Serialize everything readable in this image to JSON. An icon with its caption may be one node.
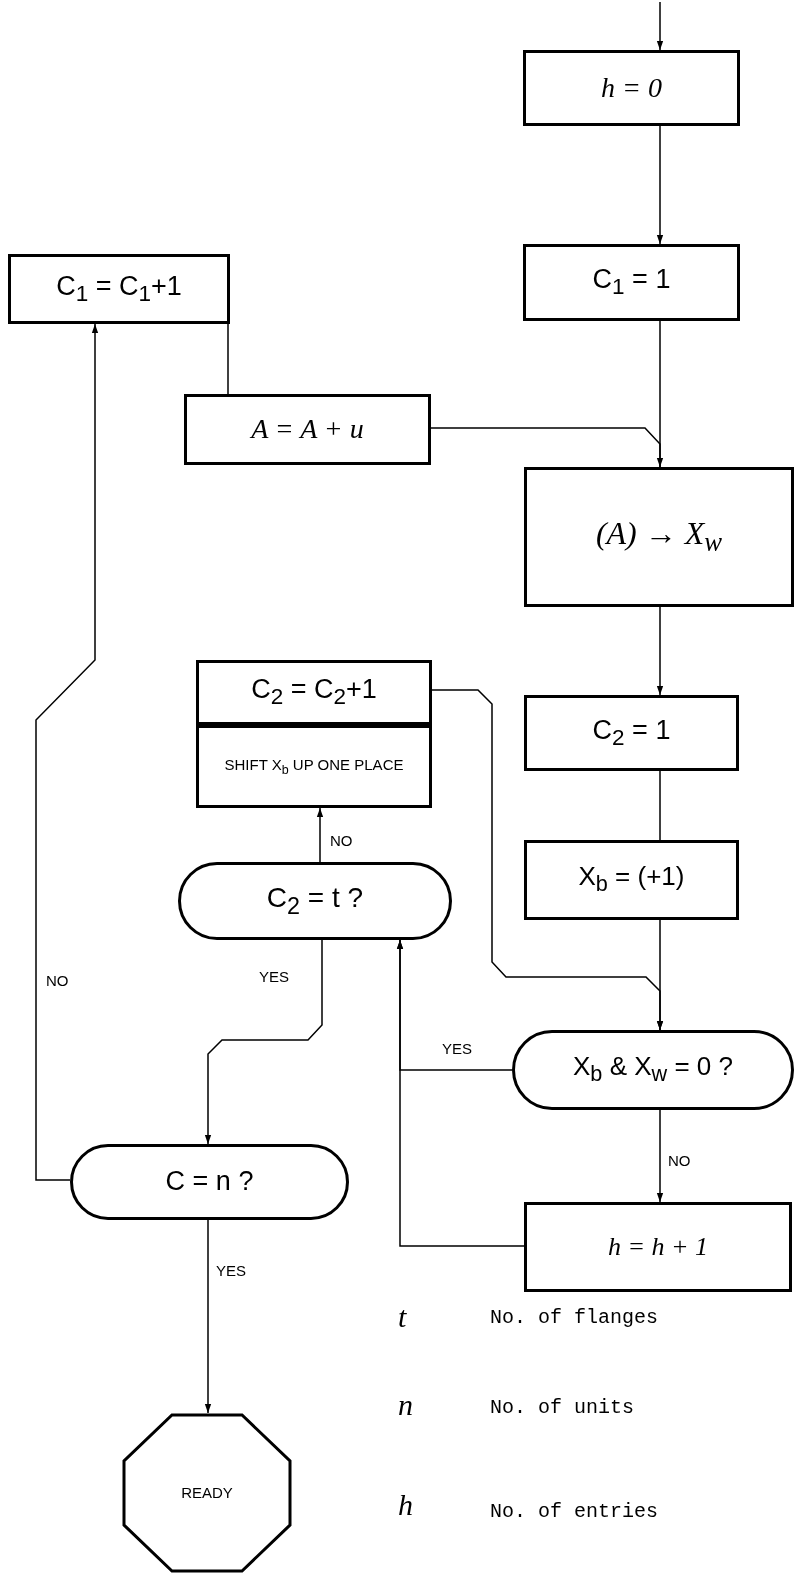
{
  "diagram": {
    "nodes": [
      {
        "text": [
          "h = 0"
        ]
      },
      {
        "text": [
          "C$_{1}$ = C$_{1}$+1"
        ]
      },
      {
        "text": [
          "C$_{1}$ = 1"
        ]
      },
      {
        "text": [
          "A = A + u"
        ]
      },
      {
        "text": [
          "(A) → X$_{w}$"
        ]
      },
      {
        "text": [
          "C$_{2}$ = C$_{2}$+1"
        ]
      },
      {
        "text": [
          "C$_{2}$ = 1"
        ]
      },
      {
        "text": [
          "SHIFT X$_{b}$ UP ONE PLACE"
        ]
      },
      {
        "text": [
          "X$_{b}$ = (+1)"
        ]
      },
      {
        "text": [
          "C$_{2}$ = t ?"
        ]
      },
      {
        "text": [
          "X$_{b}$ & X$_{w}$ = 0 ?"
        ]
      },
      {
        "text": [
          "C = n ?"
        ]
      },
      {
        "text": [
          "h = h + 1"
        ]
      },
      {
        "text": [
          "READY"
        ]
      }
    ],
    "edges": [
      {
        "from": null,
        "to": 0,
        "arrow": "to"
      },
      {
        "from": 0,
        "to": 2,
        "arrow": "to"
      },
      {
        "from": 2,
        "to": 4,
        "arrow": "none"
      },
      {
        "from": 3,
        "to": 4,
        "arrow": "to"
      },
      {
        "from": 4,
        "to": 6,
        "arrow": "to"
      },
      {
        "from": 6,
        "to": 8,
        "arrow": "none"
      },
      {
        "from": 8,
        "to": 10,
        "arrow": "to"
      },
      {
        "from": 5,
        "to": 10,
        "arrow": "to"
      },
      {
        "from": 10,
        "to": 9,
        "arrow": "to",
        "label": "YES"
      },
      {
        "from": 10,
        "to": 12,
        "arrow": "to",
        "label": "NO"
      },
      {
        "from": 12,
        "to": 9,
        "arrow": "to"
      },
      {
        "from": 9,
        "to": 7,
        "arrow": "to",
        "label": "NO"
      },
      {
        "from": 9,
        "to": 11,
        "arrow": "to",
        "label": "YES"
      },
      {
        "from": 11,
        "to": 1,
        "arrow": "to",
        "label": "NO"
      },
      {
        "from": 11,
        "to": 13,
        "arrow": "to",
        "label": "YES"
      },
      {
        "from": 1,
        "to": 3,
        "arrow": "none"
      }
    ],
    "labels": [
      "t",
      "No. of flanges",
      "n",
      "No. of units",
      "h",
      "No. of entries"
    ]
  }
}
